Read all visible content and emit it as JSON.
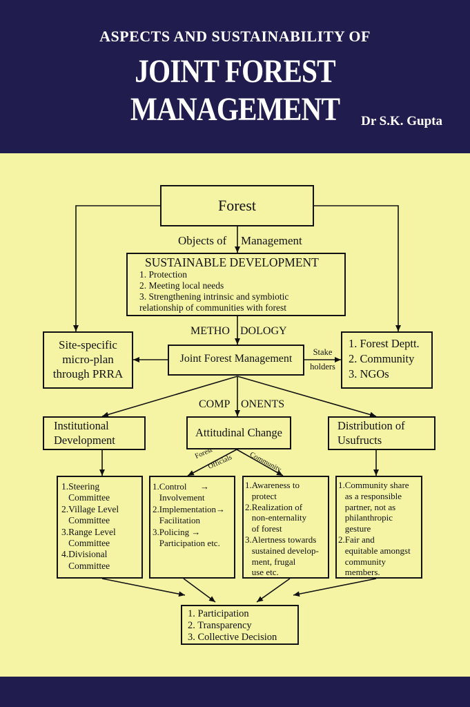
{
  "header": {
    "top_title": "ASPECTS AND SUSTAINABILITY OF",
    "main_title": "JOINT FOREST MANAGEMENT",
    "author": "Dr S.K. Gupta"
  },
  "colors": {
    "header_bg": "#201c4e",
    "page_bg": "#f4f4a4",
    "text": "#111111"
  },
  "diagram": {
    "forest": "Forest",
    "objects_label": "Objects of",
    "management_label": "Management",
    "sd_title": "SUSTAINABLE DEVELOPMENT",
    "sd_items": [
      "1. Protection",
      "2. Meeting local needs",
      "3. Strengthening  intrinsic and symbiotic",
      "relationship of communities with forest"
    ],
    "methodology_left": "METHO",
    "methodology_right": "DOLOGY",
    "site_specific": [
      "Site-specific",
      "micro-plan",
      "through PRRA"
    ],
    "jfm": "Joint Forest Management",
    "stakeholders": [
      "Stake",
      "holders"
    ],
    "stakeholder_list": [
      "1. Forest Deptt.",
      "2. Community",
      "3. NGOs"
    ],
    "components_left": "COMP",
    "components_right": "ONENTS",
    "institutional": [
      "Institutional",
      "Development"
    ],
    "attitudinal": "Attitudinal Change",
    "distribution": [
      "Distribution of",
      "Usufructs"
    ],
    "forest_officials": [
      "Forest",
      "Officials"
    ],
    "community_tag": "Community",
    "committees": "1.Steering\n   Committee\n2.Village Level\n   Committee\n3.Range Level\n   Committee\n4.Divisional\n   Committee",
    "control": "1.Control      →\n   Involvement\n2.Implementation→\n   Facilitation\n3.Policing →\n   Participation etc.",
    "awareness": "1.Awareness to\n   protect\n2.Realization of\n   non-enternality\n   of forest\n3.Alertness towards\n   sustained develop-\n   ment, frugal\n   use etc.",
    "community_share": "1.Community share\n   as a responsible\n   partner, not as\n   philanthropic\n   gesture\n2.Fair and\n   equitable amongst\n   community\n   members.",
    "outcomes": [
      "1. Participation",
      "2. Transparency",
      "3. Collective Decision"
    ]
  }
}
